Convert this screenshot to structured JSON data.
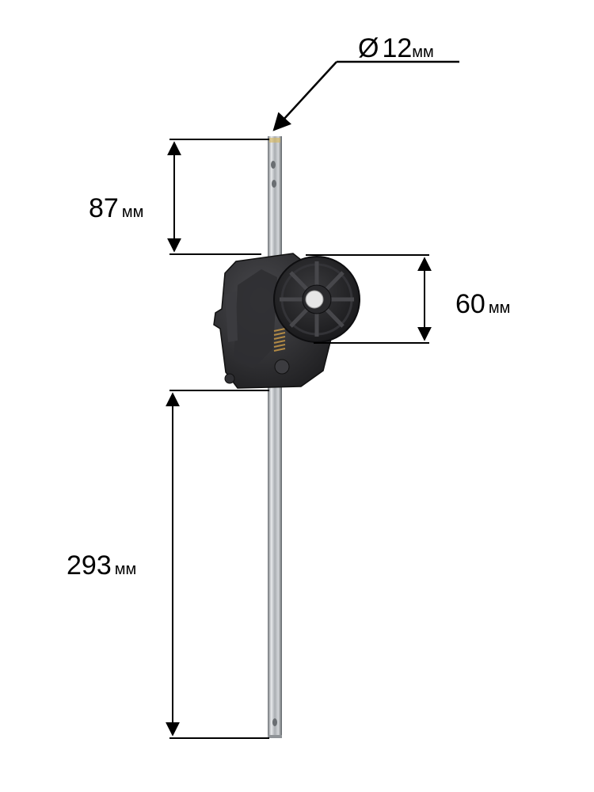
{
  "dimensions": {
    "diameter": {
      "symbol": "Ø",
      "value": "12",
      "unit": "мм"
    },
    "upper_shaft": {
      "value": "87",
      "unit": "мм"
    },
    "gear_diameter": {
      "value": "60",
      "unit": "мм"
    },
    "lower_shaft": {
      "value": "293",
      "unit": "мм"
    }
  },
  "colors": {
    "background": "#ffffff",
    "dimension_lines": "#000000",
    "shaft_steel": "#b9bcc0",
    "housing_plastic": "#2b2b2d",
    "gear_plastic": "#1f1f21"
  }
}
